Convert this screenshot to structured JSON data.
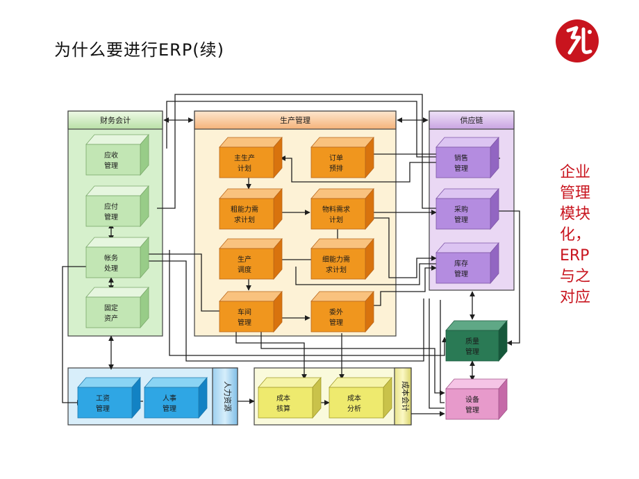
{
  "slide": {
    "title": "为什么要进行ERP(续)",
    "logo": "logo-seal-icon",
    "side_note": [
      "企业",
      "管理",
      "模块",
      "化，",
      "ERP",
      "与之",
      "对应"
    ],
    "accent_color": "#c8141e"
  },
  "groups": {
    "finance": {
      "title": "财务会计",
      "color": "#d6f0cc"
    },
    "production": {
      "title": "生产管理",
      "color": "#fdf2d6"
    },
    "supply": {
      "title": "供应链",
      "color": "#ead8f4"
    },
    "hr": {
      "title": "人力资源",
      "color": "#d8eefa"
    },
    "cost": {
      "title": "成本会计",
      "color": "#fafadc"
    }
  },
  "modules": {
    "receivable": [
      "应收",
      "管理"
    ],
    "payable": [
      "应付",
      "管理"
    ],
    "ledger": [
      "帐务",
      "处理"
    ],
    "fixed_assets": [
      "固定",
      "资产"
    ],
    "mps": [
      "主生产",
      "计划"
    ],
    "order": [
      "订单",
      "预排"
    ],
    "rough_capacity": [
      "粗能力需",
      "求计划"
    ],
    "mrp": [
      "物料需求",
      "计划"
    ],
    "dispatch": [
      "生产",
      "调度"
    ],
    "fine_capacity": [
      "细能力需",
      "求计划"
    ],
    "workshop": [
      "车间",
      "管理"
    ],
    "outsourcing": [
      "委外",
      "管理"
    ],
    "sales": [
      "销售",
      "管理"
    ],
    "purchase": [
      "采购",
      "管理"
    ],
    "inventory": [
      "库存",
      "管理"
    ],
    "quality": [
      "质量",
      "管理"
    ],
    "equipment": [
      "设备",
      "管理"
    ],
    "payroll": [
      "工资",
      "管理"
    ],
    "personnel": [
      "人事",
      "管理"
    ],
    "cost_accounting": [
      "成本",
      "核算"
    ],
    "cost_analysis": [
      "成本",
      "分析"
    ]
  }
}
